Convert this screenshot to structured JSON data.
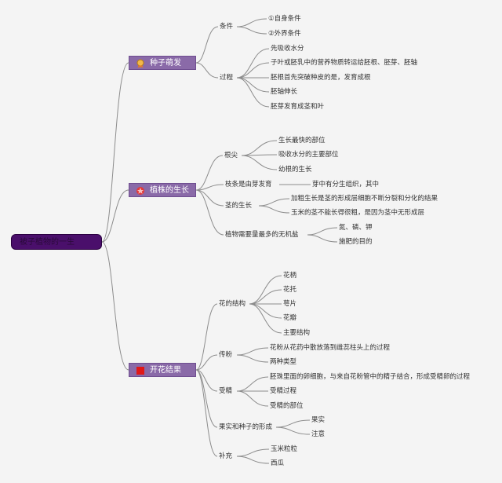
{
  "root": {
    "label": "被子植物的一生"
  },
  "branches": [
    {
      "label": "种子萌发",
      "icon": "sprout-medal-icon",
      "subs": [
        {
          "label": "条件",
          "items": [
            "①自身条件",
            "②外界条件"
          ]
        },
        {
          "label": "过程",
          "items": [
            "先吸收水分",
            "子叶或胚乳中的营养物质转运给胚根、胚芽、胚轴",
            "胚根首先突破种皮的是，发育成根",
            "胚轴伸长",
            "胚芽发育成茎和叶"
          ]
        }
      ]
    },
    {
      "label": "植株的生长",
      "icon": "flower-star-icon",
      "subs": [
        {
          "label": "根尖",
          "items": [
            "生长最快的部位",
            "吸收水分的主要部位",
            "幼根的生长"
          ]
        },
        {
          "label": "枝条是由芽发育",
          "items": [
            "芽中有分生组织，其中"
          ]
        },
        {
          "label": "茎的生长",
          "items": [
            "加粗生长是茎的形成层细胞不断分裂和分化的结果",
            "玉米的茎不能长得很粗，是因为茎中无形成层"
          ]
        },
        {
          "label": "植物需要量最多的无机盐",
          "items": [
            "氮、磷、钾",
            "施肥的目的"
          ]
        }
      ]
    },
    {
      "label": "开花结果",
      "icon": "red-square-icon",
      "subs": [
        {
          "label": "花的结构",
          "items": [
            "花柄",
            "花托",
            "萼片",
            "花瓣",
            "主要结构"
          ]
        },
        {
          "label": "传粉",
          "items": [
            "花粉从花药中散放落到雌蕊柱头上的过程",
            "两种类型"
          ]
        },
        {
          "label": "受精",
          "items": [
            "胚珠里面的卵细胞，与来自花粉管中的精子结合，形成受精卵的过程",
            "受精过程",
            "受精的部位"
          ]
        },
        {
          "label": "果实和种子的形成",
          "items": [
            "果实",
            "注意"
          ]
        },
        {
          "label": "补充",
          "items": [
            "玉米粒粒",
            "西瓜"
          ]
        }
      ]
    }
  ],
  "colors": {
    "line": "#8c8c8c",
    "root": "#4a0f6b",
    "branch": "#8a6aa8"
  }
}
